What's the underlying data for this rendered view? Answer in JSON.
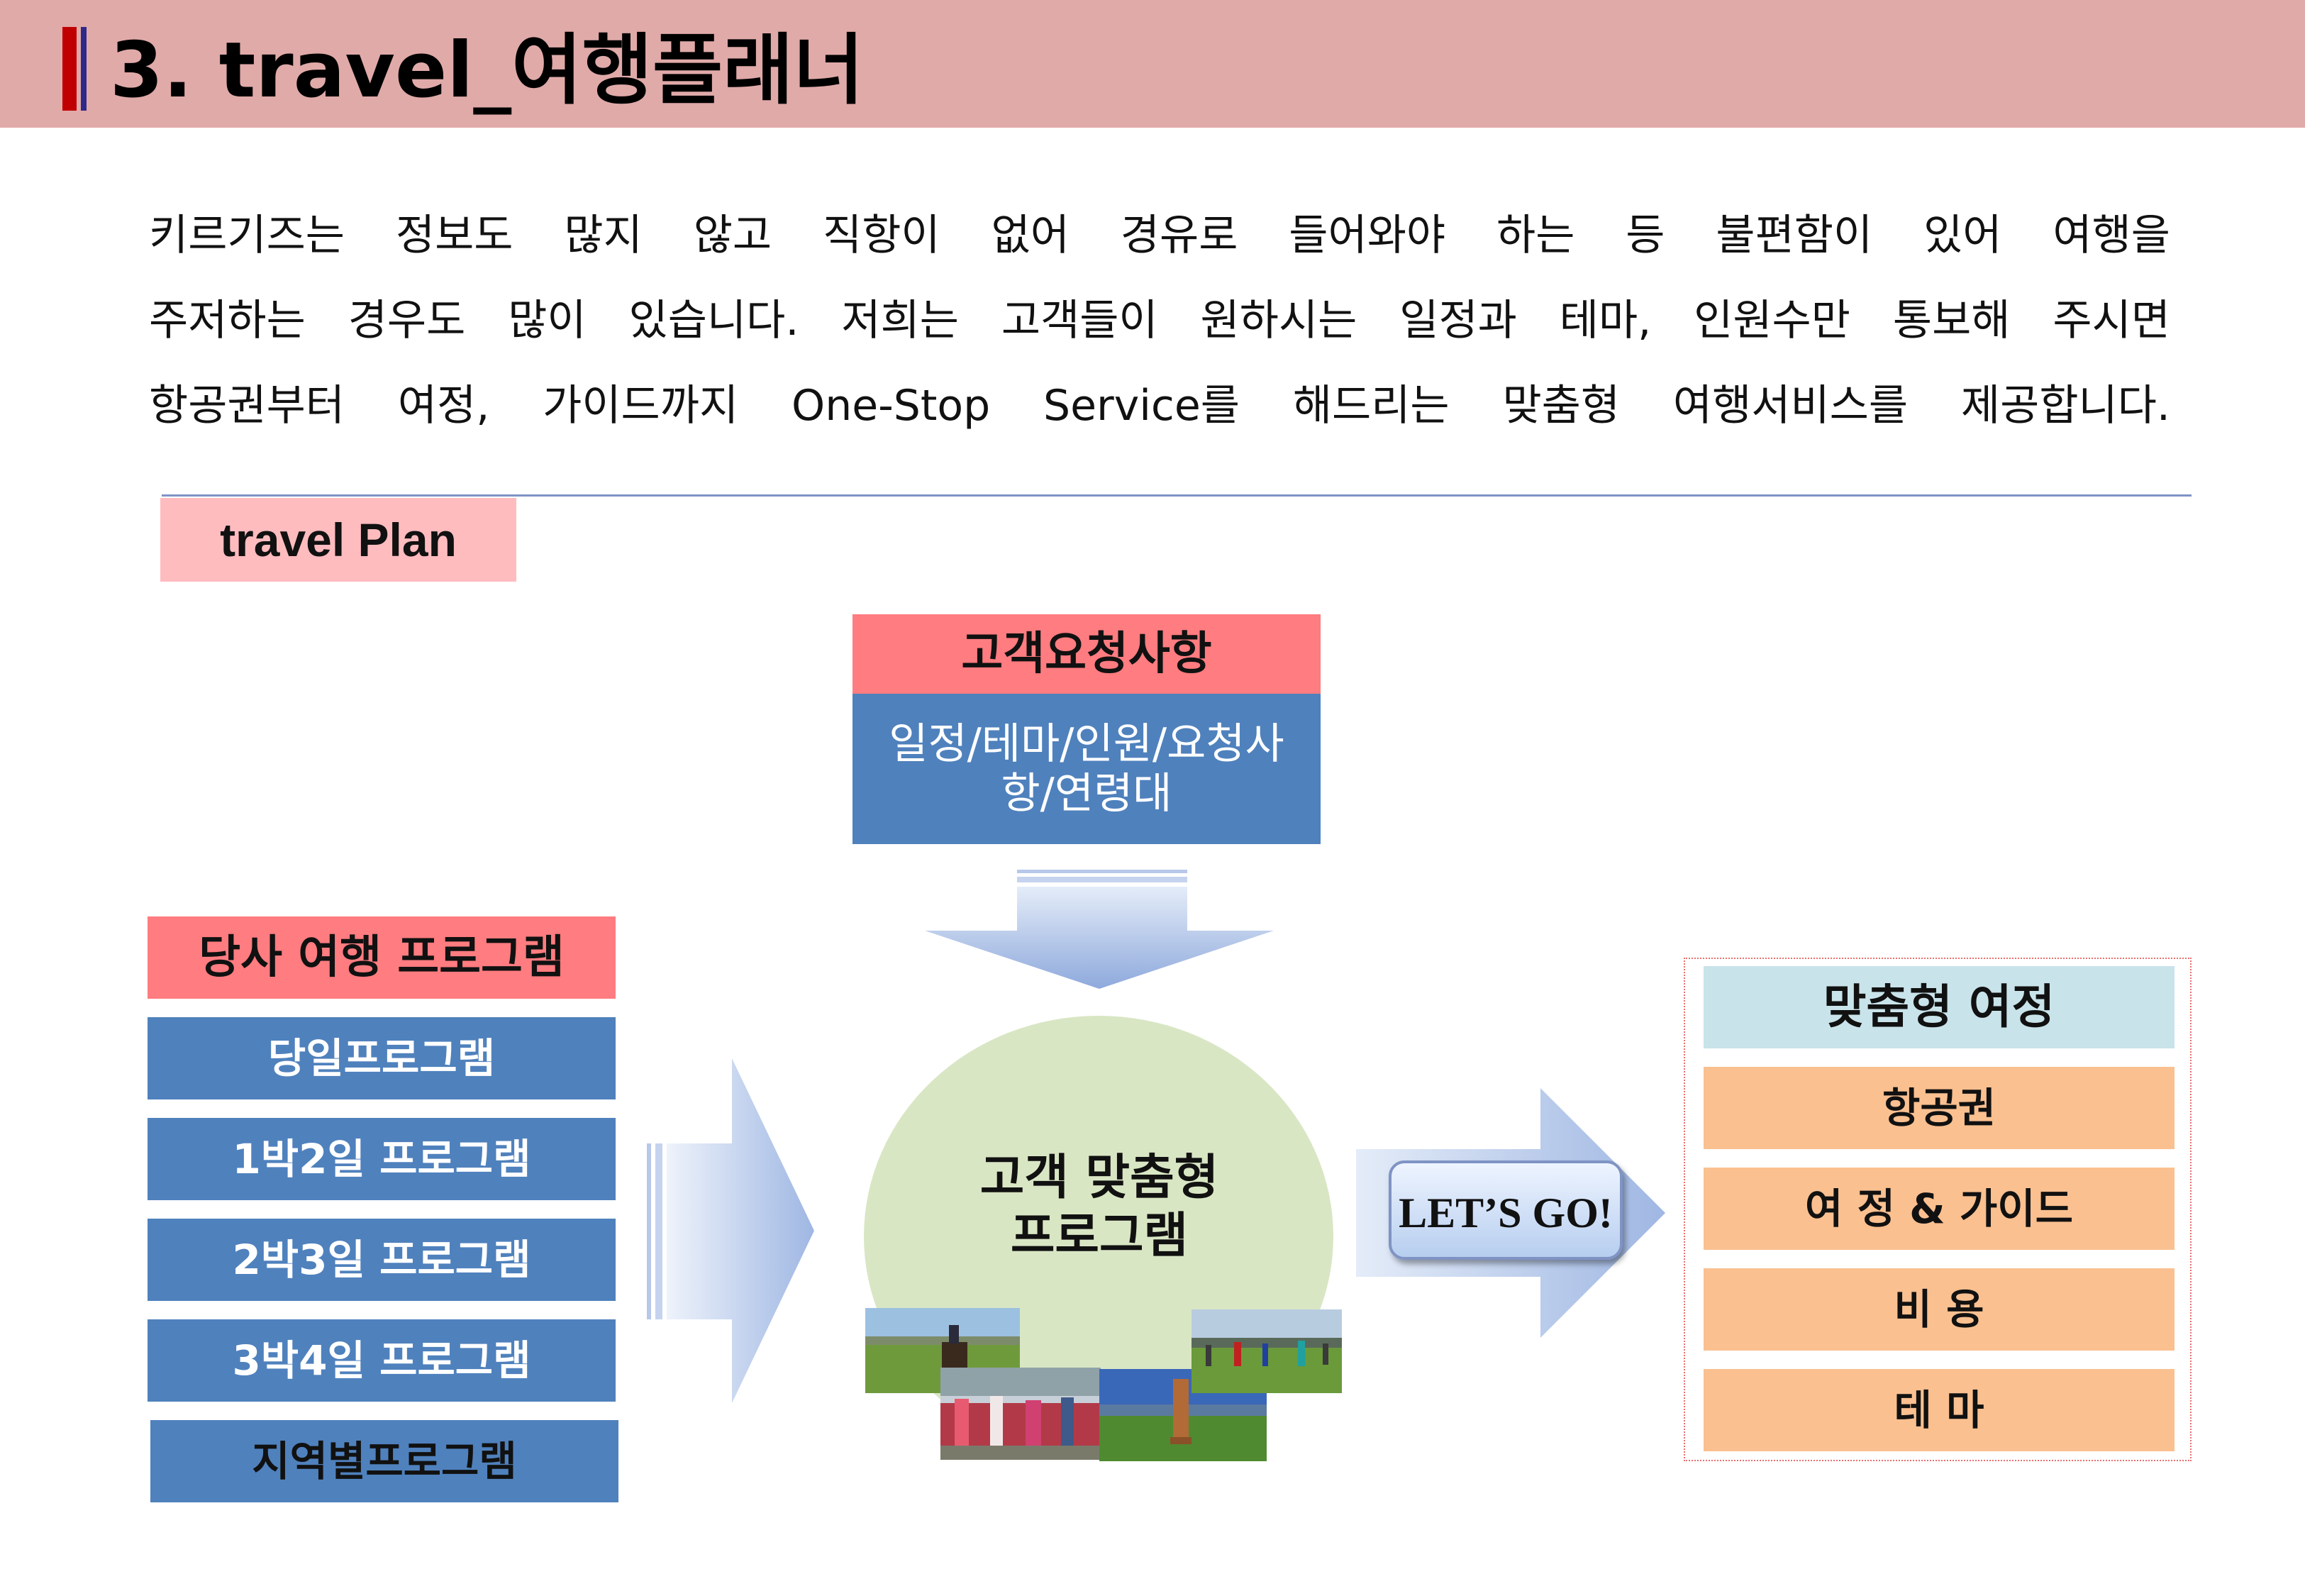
{
  "header": {
    "title": "3. travel_여행플래너",
    "accent_colors": [
      "#c00000",
      "#2d2a8a"
    ],
    "background": "#e0aaa9"
  },
  "intro": {
    "lines": [
      "키르기즈는 정보도 많지 않고 직항이 없어 경유로 들어와야 하는 등 불편함이 있어 여행을",
      "주저하는 경우도 많이 있습니다. 저희는 고객들이 원하시는 일정과 테마, 인원수만 통보해 주시면",
      "항공권부터 여정, 가이드까지 One-Stop Service를 해드리는  맞춤형 여행서비스를 제공합니다."
    ]
  },
  "section_label": "travel Plan",
  "request": {
    "title": "고객요청사항",
    "body": "일정/테마/인원/요청사항/연령대"
  },
  "programs": {
    "title": "당사 여행 프로그램",
    "items": [
      "당일프로그램",
      "1박2일 프로그램",
      "2박3일 프로그램",
      "3박4일 프로그램",
      "지역별프로그램"
    ]
  },
  "center": {
    "label_lines": [
      "고객 맞춤형",
      "프로그램"
    ]
  },
  "button": {
    "label": "LET’S GO!"
  },
  "custom": {
    "title": "맞춤형 여정",
    "items": [
      "항공권",
      "여 정 & 가이드",
      "비 용",
      "테 마"
    ]
  },
  "colors": {
    "salmon": "#ff7c80",
    "blue": "#4f81bd",
    "light_blue": "#c9e3ea",
    "orange": "#fac090",
    "green": "#d9e6c4",
    "pink": "#ffbcbf"
  },
  "icons": [
    "down-arrow-icon",
    "right-arrow-icon",
    "photo-horse-rider",
    "photo-crowd",
    "photo-tower",
    "photo-festival"
  ]
}
